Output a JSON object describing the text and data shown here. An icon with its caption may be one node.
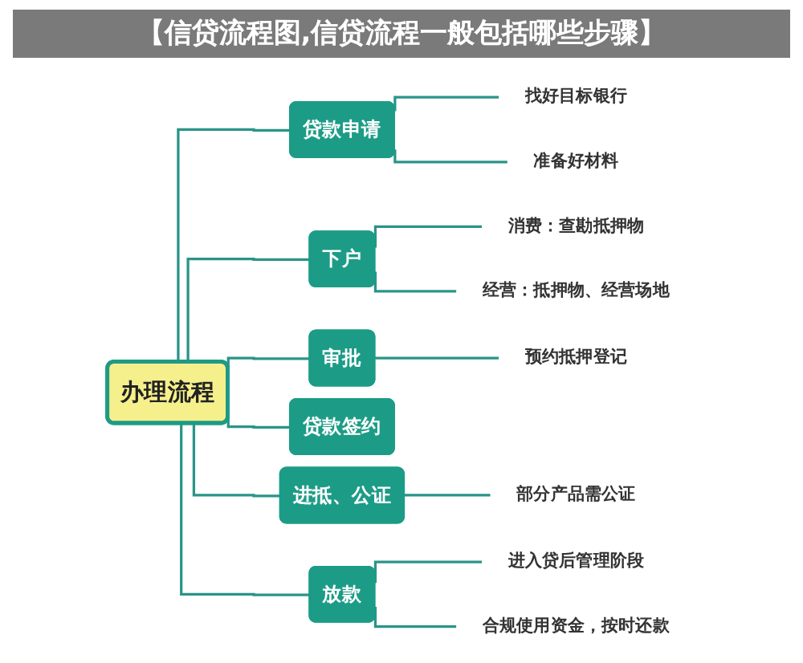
{
  "diagram": {
    "title": "【信贷流程图,信贷流程一般包括哪些步骤】",
    "nodes": [
      {
        "text": [
          "办理流程"
        ]
      },
      {
        "text": [
          "贷款申请"
        ]
      },
      {
        "text": [
          "找好目标银行"
        ]
      },
      {
        "text": [
          "准备好材料"
        ]
      },
      {
        "text": [
          "下户"
        ]
      },
      {
        "text": [
          "消费：查勘抵押物"
        ]
      },
      {
        "text": [
          "经营：抵押物、经营场地"
        ]
      },
      {
        "text": [
          "审批"
        ]
      },
      {
        "text": [
          "预约抵押登记"
        ]
      },
      {
        "text": [
          "贷款签约"
        ]
      },
      {
        "text": [
          "进抵、公证"
        ]
      },
      {
        "text": [
          "部分产品需公证"
        ]
      },
      {
        "text": [
          "放款"
        ]
      },
      {
        "text": [
          "进入贷后管理阶段"
        ]
      },
      {
        "text": [
          "合规使用资金，按时还款"
        ]
      }
    ],
    "edges": [
      {
        "from": 0,
        "to": 1,
        "arrow": "none"
      },
      {
        "from": 1,
        "to": 2,
        "arrow": "none"
      },
      {
        "from": 1,
        "to": 3,
        "arrow": "none"
      },
      {
        "from": 0,
        "to": 4,
        "arrow": "none"
      },
      {
        "from": 4,
        "to": 5,
        "arrow": "none"
      },
      {
        "from": 4,
        "to": 6,
        "arrow": "none"
      },
      {
        "from": 0,
        "to": 7,
        "arrow": "none"
      },
      {
        "from": 7,
        "to": 8,
        "arrow": "none"
      },
      {
        "from": 0,
        "to": 9,
        "arrow": "none"
      },
      {
        "from": 0,
        "to": 10,
        "arrow": "none"
      },
      {
        "from": 10,
        "to": 11,
        "arrow": "none"
      },
      {
        "from": 0,
        "to": 12,
        "arrow": "none"
      },
      {
        "from": 12,
        "to": 13,
        "arrow": "none"
      },
      {
        "from": 12,
        "to": 14,
        "arrow": "none"
      }
    ]
  }
}
